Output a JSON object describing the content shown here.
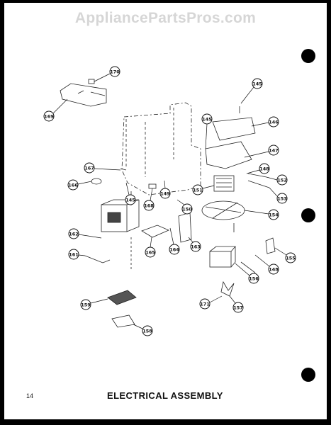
{
  "watermark": "AppliancePartsPros.com",
  "page_number": "14",
  "title": "ELECTRICAL ASSEMBLY",
  "callouts": [
    "170",
    "169",
    "145",
    "146",
    "145",
    "147",
    "148",
    "152",
    "153",
    "167",
    "166",
    "145",
    "149",
    "168",
    "150",
    "151",
    "154",
    "162",
    "165",
    "164",
    "163",
    "161",
    "156",
    "148",
    "155",
    "171",
    "157",
    "159",
    "158"
  ]
}
